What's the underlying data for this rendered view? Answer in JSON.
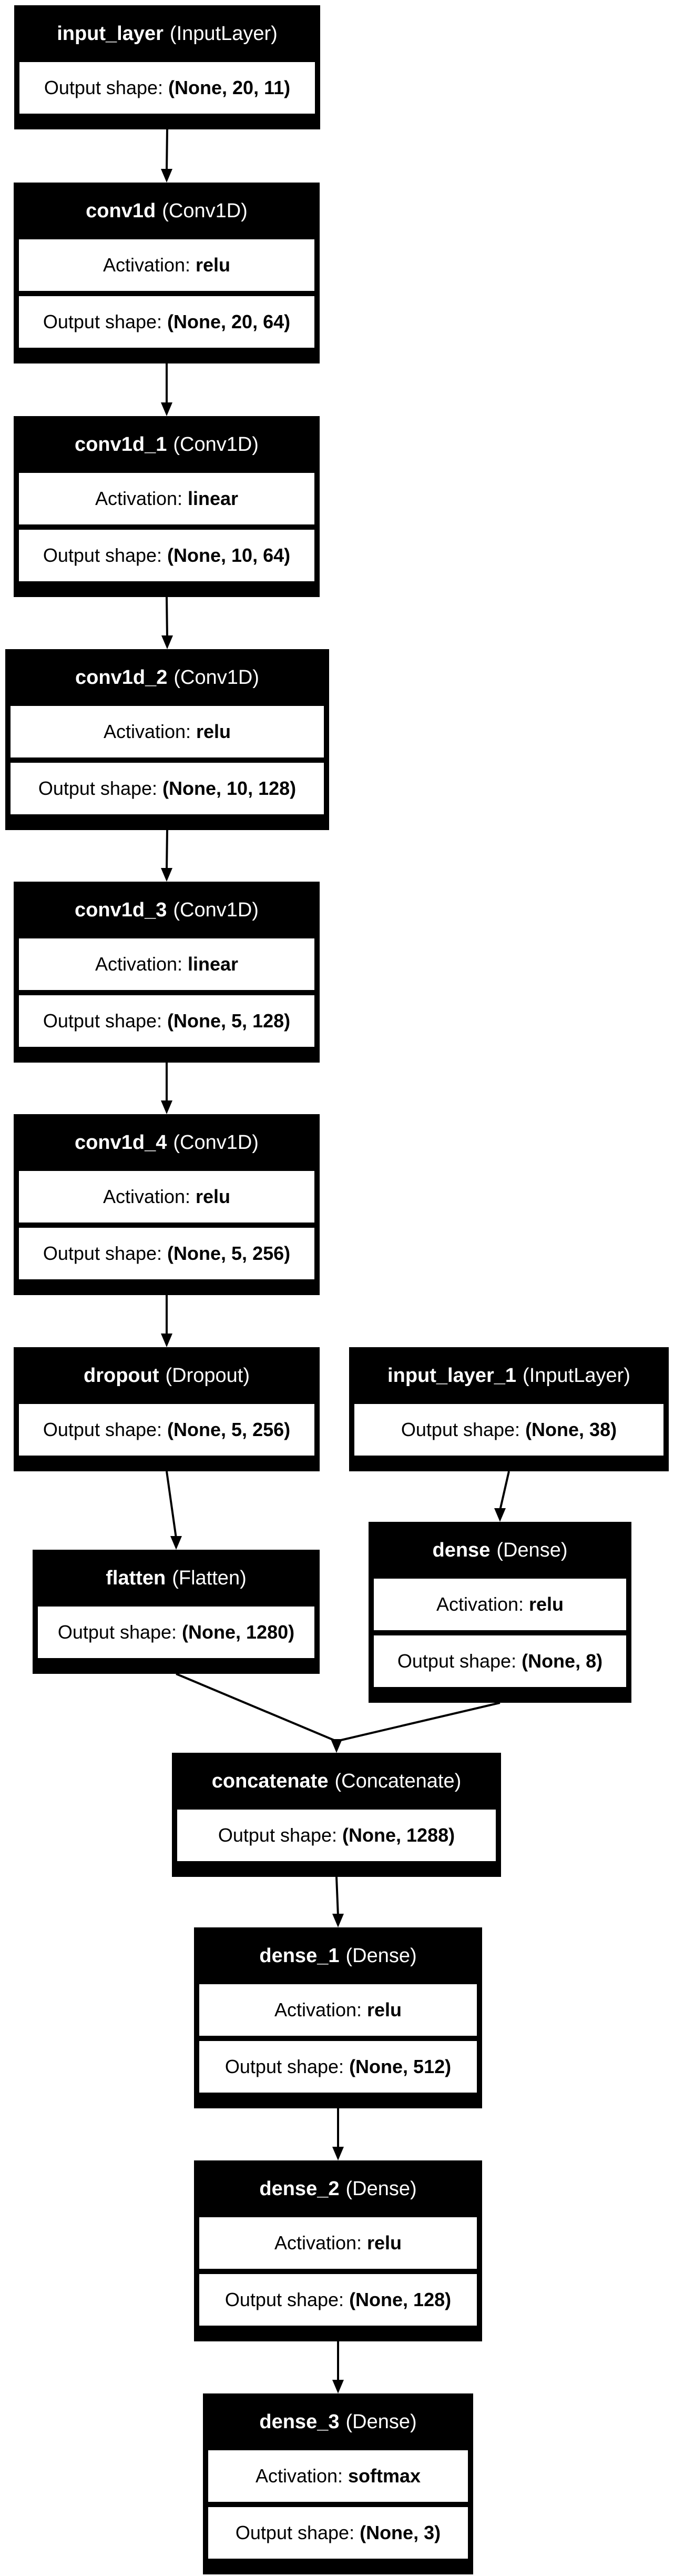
{
  "layers": [
    {
      "id": "input_layer",
      "name": "input_layer",
      "type": "(InputLayer)",
      "activation_label": "",
      "activation": "",
      "shape_label": "Output shape:",
      "shape": "(None, 20, 11)"
    },
    {
      "id": "conv1d",
      "name": "conv1d",
      "type": "(Conv1D)",
      "activation_label": "Activation:",
      "activation": "relu",
      "shape_label": "Output shape:",
      "shape": "(None, 20, 64)"
    },
    {
      "id": "conv1d_1",
      "name": "conv1d_1",
      "type": "(Conv1D)",
      "activation_label": "Activation:",
      "activation": "linear",
      "shape_label": "Output shape:",
      "shape": "(None, 10, 64)"
    },
    {
      "id": "conv1d_2",
      "name": "conv1d_2",
      "type": "(Conv1D)",
      "activation_label": "Activation:",
      "activation": "relu",
      "shape_label": "Output shape:",
      "shape": "(None, 10, 128)"
    },
    {
      "id": "conv1d_3",
      "name": "conv1d_3",
      "type": "(Conv1D)",
      "activation_label": "Activation:",
      "activation": "linear",
      "shape_label": "Output shape:",
      "shape": "(None, 5, 128)"
    },
    {
      "id": "conv1d_4",
      "name": "conv1d_4",
      "type": "(Conv1D)",
      "activation_label": "Activation:",
      "activation": "relu",
      "shape_label": "Output shape:",
      "shape": "(None, 5, 256)"
    },
    {
      "id": "dropout",
      "name": "dropout",
      "type": "(Dropout)",
      "activation_label": "",
      "activation": "",
      "shape_label": "Output shape:",
      "shape": "(None, 5, 256)"
    },
    {
      "id": "input_layer_1",
      "name": "input_layer_1",
      "type": "(InputLayer)",
      "activation_label": "",
      "activation": "",
      "shape_label": "Output shape:",
      "shape": "(None, 38)"
    },
    {
      "id": "flatten",
      "name": "flatten",
      "type": "(Flatten)",
      "activation_label": "",
      "activation": "",
      "shape_label": "Output shape:",
      "shape": "(None, 1280)"
    },
    {
      "id": "dense",
      "name": "dense",
      "type": "(Dense)",
      "activation_label": "Activation:",
      "activation": "relu",
      "shape_label": "Output shape:",
      "shape": "(None, 8)"
    },
    {
      "id": "concatenate",
      "name": "concatenate",
      "type": "(Concatenate)",
      "activation_label": "",
      "activation": "",
      "shape_label": "Output shape:",
      "shape": "(None, 1288)"
    },
    {
      "id": "dense_1",
      "name": "dense_1",
      "type": "(Dense)",
      "activation_label": "Activation:",
      "activation": "relu",
      "shape_label": "Output shape:",
      "shape": "(None, 512)"
    },
    {
      "id": "dense_2",
      "name": "dense_2",
      "type": "(Dense)",
      "activation_label": "Activation:",
      "activation": "relu",
      "shape_label": "Output shape:",
      "shape": "(None, 128)"
    },
    {
      "id": "dense_3",
      "name": "dense_3",
      "type": "(Dense)",
      "activation_label": "Activation:",
      "activation": "softmax",
      "shape_label": "Output shape:",
      "shape": "(None, 3)"
    }
  ],
  "edges": [
    {
      "from": "input_layer",
      "to": "conv1d"
    },
    {
      "from": "conv1d",
      "to": "conv1d_1"
    },
    {
      "from": "conv1d_1",
      "to": "conv1d_2"
    },
    {
      "from": "conv1d_2",
      "to": "conv1d_3"
    },
    {
      "from": "conv1d_3",
      "to": "conv1d_4"
    },
    {
      "from": "conv1d_4",
      "to": "dropout"
    },
    {
      "from": "dropout",
      "to": "flatten"
    },
    {
      "from": "input_layer_1",
      "to": "dense"
    },
    {
      "from": "flatten",
      "to": "concatenate"
    },
    {
      "from": "dense",
      "to": "concatenate"
    },
    {
      "from": "concatenate",
      "to": "dense_1"
    },
    {
      "from": "dense_1",
      "to": "dense_2"
    },
    {
      "from": "dense_2",
      "to": "dense_3"
    }
  ],
  "colors": {
    "header_bg": "#000000",
    "header_text": "#ffffff",
    "body_bg": "#ffffff",
    "edge": "#000000"
  }
}
